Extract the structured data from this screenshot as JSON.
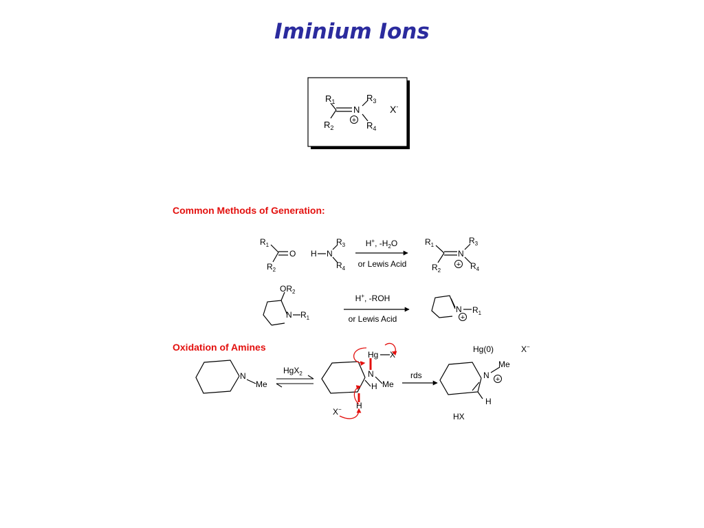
{
  "title": "Iminium Ions",
  "accent_colors": {
    "title": "#2b2b9e",
    "heading": "#e3100e",
    "mechanism": "#e3100e"
  },
  "general_structure": {
    "r1": "R",
    "r1_sub": "1",
    "r2": "R",
    "r2_sub": "2",
    "r3": "R",
    "r3_sub": "3",
    "r4": "R",
    "r4_sub": "4",
    "nitrogen": "N",
    "charge_symbol": "+",
    "counterion": "X",
    "counterion_sup": "-"
  },
  "methods_heading": "Common Methods of Generation:",
  "reaction1": {
    "ketone_r1": "R",
    "ketone_r1_sub": "1",
    "ketone_r2": "R",
    "ketone_r2_sub": "2",
    "oxygen": "O",
    "amine_h": "H",
    "amine_n": "N",
    "amine_r3": "R",
    "amine_r3_sub": "3",
    "amine_r4": "R",
    "amine_r4_sub": "4",
    "cond_top_a": "H",
    "cond_top_plus": "+",
    "cond_top_b": ", -H",
    "cond_top_sub": "2",
    "cond_top_c": "O",
    "cond_bottom": "or Lewis Acid",
    "product_r1": "R",
    "product_r1_sub": "1",
    "product_r2": "R",
    "product_r2_sub": "2",
    "product_r3": "R",
    "product_r3_sub": "3",
    "product_r4": "R",
    "product_r4_sub": "4",
    "product_n": "N"
  },
  "reaction2": {
    "or_label_a": "OR",
    "or_label_sub": "2",
    "n_label": "N",
    "r1_label": "R",
    "r1_sub": "1",
    "cond_top_a": "H",
    "cond_top_plus": "+",
    "cond_top_b": ", -ROH",
    "cond_bottom": "or Lewis Acid",
    "product_n": "N",
    "product_r1": "R",
    "product_r1_sub": "1"
  },
  "oxidation_heading": "Oxidation of Amines",
  "reaction3": {
    "sm_n": "N",
    "sm_me": "Me",
    "reagent": "HgX",
    "reagent_sub": "2",
    "int_hg": "Hg",
    "int_x": "X",
    "int_n": "N",
    "int_me": "Me",
    "int_h1": "H",
    "int_h2": "H",
    "int_xminus": "X",
    "int_xminus_sup": "−",
    "rds_label": "rds",
    "prod_hg0": "Hg(0)",
    "prod_xminus": "X",
    "prod_xminus_sup": "−",
    "prod_me": "Me",
    "prod_n": "N",
    "prod_h": "H",
    "prod_hx": "HX"
  }
}
